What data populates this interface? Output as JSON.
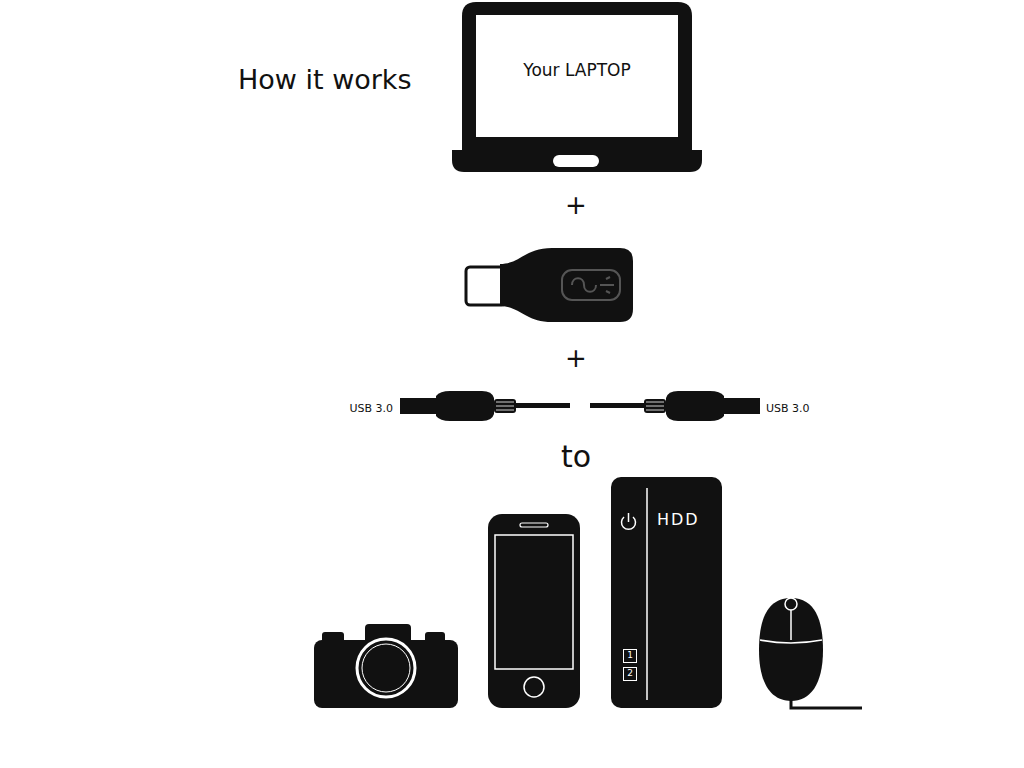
{
  "diagram": {
    "title": "How it works",
    "nodes": [
      {
        "text": [
          "Your LAPTOP"
        ]
      },
      {
        "text": [
          "HDD"
        ]
      },
      {
        "text": [
          "1"
        ],
        "in": 1
      },
      {
        "text": [
          "2"
        ],
        "in": 1
      }
    ],
    "labels": [
      "+",
      "+",
      "USB 3.0",
      "USB 3.0",
      "to"
    ]
  }
}
